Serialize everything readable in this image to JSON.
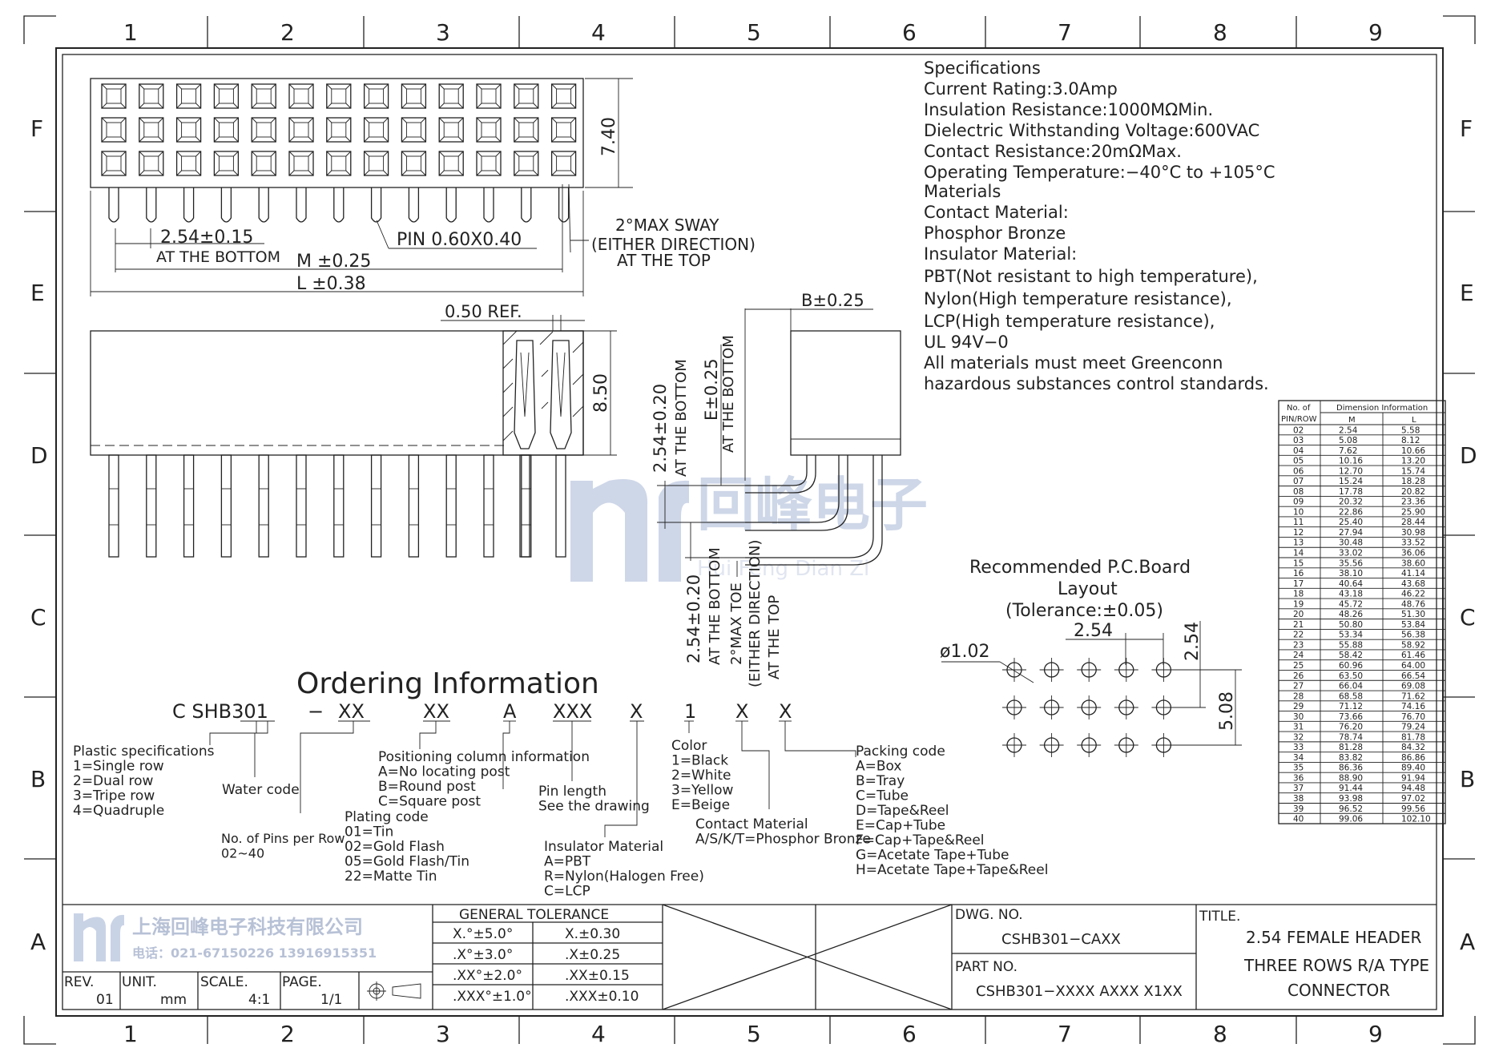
{
  "grid": {
    "columns": [
      "1",
      "2",
      "3",
      "4",
      "5",
      "6",
      "7",
      "8",
      "9"
    ],
    "rows": [
      "F",
      "E",
      "D",
      "C",
      "B",
      "A"
    ]
  },
  "specs": {
    "lines": [
      "Specifications",
      "Current  Rating:3.0Amp",
      "Insulation  Resistance:1000MΩMin.",
      "Dielectric  Withstanding  Voltage:600VAC",
      "Contact  Resistance:20mΩMax.",
      "Operating  Temperature:−40°C  to  +105°C",
      "Materials",
      "Contact  Material:",
      "Phosphor  Bronze",
      "Insulator  Material:",
      "PBT(Not  resistant  to  high  temperature),",
      "Nylon(High  temperature  resistance),",
      "LCP(High  temperature  resistance),",
      "UL  94V−0",
      "All  materials  must  meet  Greenconn",
      "hazardous  substances  control  standards."
    ]
  },
  "dims": {
    "h740": "7.40",
    "pitch_bottom": "2.54±0.15",
    "at_the_bottom": "AT THE BOTTOM",
    "pin": "PIN  0.60X0.40",
    "sway1": "2°MAX  SWAY",
    "sway2": "(EITHER  DIRECTION)",
    "sway3": "AT  THE  TOP",
    "m": "M  ±0.25",
    "l": "L  ±0.38",
    "ref": "0.50  REF.",
    "h850": "8.50",
    "b": "B±0.25",
    "e": "E±0.25",
    "e_at_bottom": "AT THE BOTTOM",
    "p254a": "2.54±0.20",
    "p254a_sub": "AT THE BOTTOM",
    "p254b": "2.54±0.20",
    "p254b_sub": "AT THE BOTTOM",
    "toe1": "2°MAX  TOE",
    "toe2": "(EITHER DIRECTION)",
    "toe3": "AT THE TOP"
  },
  "layout": {
    "title1": "Recommended  P.C.Board",
    "title2": "Layout",
    "title3": "(Tolerance:±0.05)",
    "pitch": "2.54",
    "pitch_v": "2.54",
    "row_space": "5.08",
    "hole": "ø1.02"
  },
  "ordering": {
    "title": "Ordering  Information",
    "code": [
      "C  SHB301",
      "−",
      "XX",
      "XX",
      "A",
      "XXX",
      "X",
      "1",
      "X",
      "X"
    ],
    "plastic": [
      "Plastic  specifications",
      "1=Single  row",
      "2=Dual  row",
      "3=Tripe  row",
      "4=Quadruple"
    ],
    "water": "Water  code",
    "pins": [
      "No. of Pins per Row",
      "02~40"
    ],
    "positioning": [
      "Positioning  column  information",
      "A=No  locating  post",
      "B=Round  post",
      "C=Square  post"
    ],
    "plating": [
      "Plating  code",
      "01=Tin",
      "02=Gold  Flash",
      "05=Gold  Flash/Tin",
      "22=Matte  Tin"
    ],
    "pinlen": [
      "Pin  length",
      "See  the  drawing"
    ],
    "insulator": [
      "Insulator  Material",
      "A=PBT",
      "R=Nylon(Halogen  Free)",
      "C=LCP"
    ],
    "color": [
      "Color",
      "1=Black",
      "2=White",
      "3=Yellow",
      "E=Beige"
    ],
    "contact": [
      "Contact  Material",
      "A/S/K/T=Phosphor  Bronze"
    ],
    "packing": [
      "Packing  code",
      "A=Box",
      "B=Tray",
      "C=Tube",
      "D=Tape&Reel",
      "E=Cap+Tube",
      "F=Cap+Tape&Reel",
      "G=Acetate  Tape+Tube",
      "H=Acetate  Tape+Tape&Reel"
    ]
  },
  "dimtable": {
    "h1": "No. of",
    "h1b": "PIN/ROW",
    "h2": "Dimension  Information",
    "hm": "M",
    "hl": "L",
    "rows": [
      [
        "02",
        "2.54",
        "5.58"
      ],
      [
        "03",
        "5.08",
        "8.12"
      ],
      [
        "04",
        "7.62",
        "10.66"
      ],
      [
        "05",
        "10.16",
        "13.20"
      ],
      [
        "06",
        "12.70",
        "15.74"
      ],
      [
        "07",
        "15.24",
        "18.28"
      ],
      [
        "08",
        "17.78",
        "20.82"
      ],
      [
        "09",
        "20.32",
        "23.36"
      ],
      [
        "10",
        "22.86",
        "25.90"
      ],
      [
        "11",
        "25.40",
        "28.44"
      ],
      [
        "12",
        "27.94",
        "30.98"
      ],
      [
        "13",
        "30.48",
        "33.52"
      ],
      [
        "14",
        "33.02",
        "36.06"
      ],
      [
        "15",
        "35.56",
        "38.60"
      ],
      [
        "16",
        "38.10",
        "41.14"
      ],
      [
        "17",
        "40.64",
        "43.68"
      ],
      [
        "18",
        "43.18",
        "46.22"
      ],
      [
        "19",
        "45.72",
        "48.76"
      ],
      [
        "20",
        "48.26",
        "51.30"
      ],
      [
        "21",
        "50.80",
        "53.84"
      ],
      [
        "22",
        "53.34",
        "56.38"
      ],
      [
        "23",
        "55.88",
        "58.92"
      ],
      [
        "24",
        "58.42",
        "61.46"
      ],
      [
        "25",
        "60.96",
        "64.00"
      ],
      [
        "26",
        "63.50",
        "66.54"
      ],
      [
        "27",
        "66.04",
        "69.08"
      ],
      [
        "28",
        "68.58",
        "71.62"
      ],
      [
        "29",
        "71.12",
        "74.16"
      ],
      [
        "30",
        "73.66",
        "76.70"
      ],
      [
        "31",
        "76.20",
        "79.24"
      ],
      [
        "32",
        "78.74",
        "81.78"
      ],
      [
        "33",
        "81.28",
        "84.32"
      ],
      [
        "34",
        "83.82",
        "86.86"
      ],
      [
        "35",
        "86.36",
        "89.40"
      ],
      [
        "36",
        "88.90",
        "91.94"
      ],
      [
        "37",
        "91.44",
        "94.48"
      ],
      [
        "38",
        "93.98",
        "97.02"
      ],
      [
        "39",
        "96.52",
        "99.56"
      ],
      [
        "40",
        "99.06",
        "102.10"
      ]
    ]
  },
  "titleblock": {
    "company": "上海回峰电子科技有限公司",
    "phone": "电话：021-67150226  13916915351",
    "rev_label": "REV.",
    "rev": "01",
    "unit_label": "UNIT.",
    "unit": "mm",
    "scale_label": "SCALE.",
    "scale": "4:1",
    "page_label": "PAGE.",
    "page": "1/1",
    "tol_title": "GENERAL  TOLERANCE",
    "tol": [
      [
        "X.°±5.0°",
        "X.±0.30"
      ],
      [
        ".X°±3.0°",
        ".X±0.25"
      ],
      [
        ".XX°±2.0°",
        ".XX±0.15"
      ],
      [
        ".XXX°±1.0°",
        ".XXX±0.10"
      ]
    ],
    "dwg_label": "DWG.  NO.",
    "dwg": "CSHB301−CAXX",
    "part_label": "PART  NO.",
    "part": "CSHB301−XXXX  AXXX  X1XX",
    "title_label": "TITLE.",
    "title1": "2.54  FEMALE  HEADER",
    "title2": "THREE  ROWS  R/A  TYPE",
    "title3": "CONNECTOR"
  },
  "watermark": {
    "text": "回峰电子",
    "sub": "Hui Feng Dian Zi",
    "color": "#c9d3e6"
  }
}
